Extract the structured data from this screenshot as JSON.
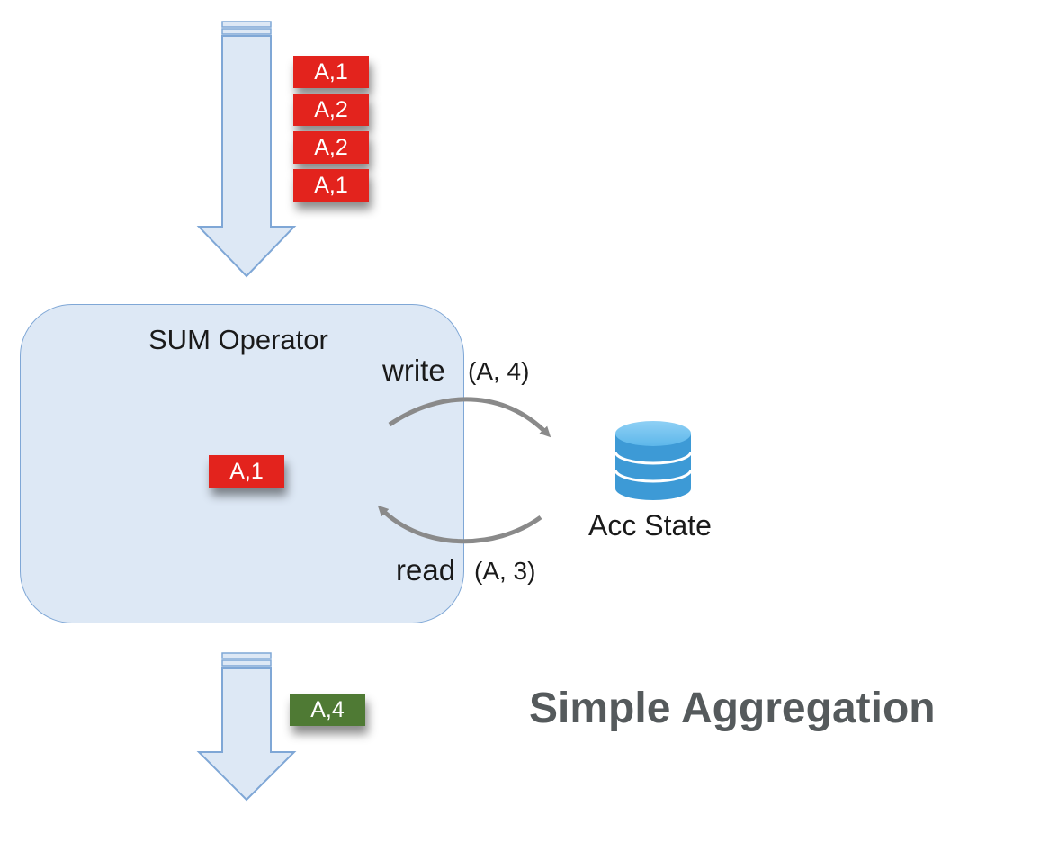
{
  "input_stream": {
    "records": [
      "A,1",
      "A,2",
      "A,2",
      "A,1"
    ]
  },
  "operator": {
    "title": "SUM Operator",
    "current_record": "A,1"
  },
  "state_io": {
    "write": {
      "verb": "write",
      "value": "(A, 4)"
    },
    "read": {
      "verb": "read",
      "value": "(A, 3)"
    }
  },
  "state": {
    "label": "Acc State"
  },
  "output_stream": {
    "record": "A,4"
  },
  "diagram_title": "Simple Aggregation",
  "colors": {
    "record_red": "#e3231d",
    "record_green": "#4f7a34",
    "arrow_fill": "#dde8f5",
    "arrow_stroke": "#7fa7d6",
    "database": "#3d9ad6"
  }
}
